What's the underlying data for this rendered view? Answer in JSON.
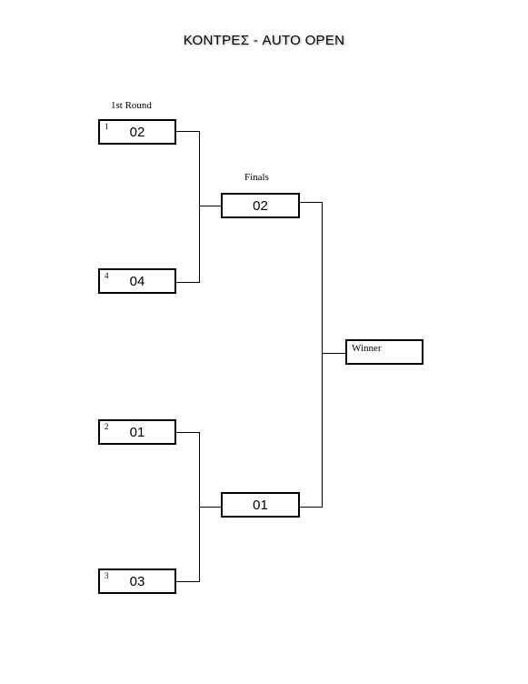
{
  "title": "ΚΟΝΤΡΕΣ - AUTO OPEN",
  "rounds": {
    "first": "1st Round",
    "finals": "Finals"
  },
  "first_round": [
    {
      "seed": "1",
      "team": "02"
    },
    {
      "seed": "4",
      "team": "04"
    },
    {
      "seed": "2",
      "team": "01"
    },
    {
      "seed": "3",
      "team": "03"
    }
  ],
  "finals": [
    {
      "team": "02"
    },
    {
      "team": "01"
    }
  ],
  "winner": {
    "label": "Winner",
    "team": ""
  }
}
